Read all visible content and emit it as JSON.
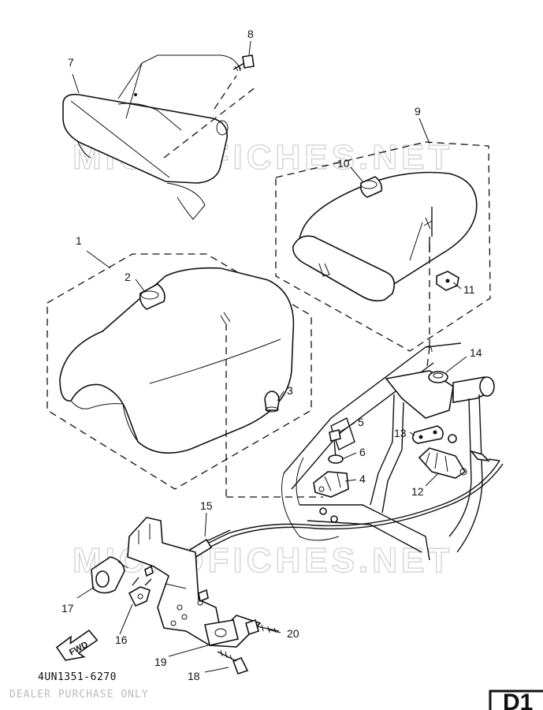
{
  "watermark": {
    "text": "MICROFICHES.NET",
    "faint_text": "DEALER PURCHASE ONLY"
  },
  "callouts": [
    {
      "id": "1",
      "label": "1"
    },
    {
      "id": "2",
      "label": "2"
    },
    {
      "id": "3",
      "label": "3"
    },
    {
      "id": "4",
      "label": "4"
    },
    {
      "id": "5",
      "label": "5"
    },
    {
      "id": "6",
      "label": "6"
    },
    {
      "id": "7",
      "label": "7"
    },
    {
      "id": "8",
      "label": "8"
    },
    {
      "id": "9",
      "label": "9"
    },
    {
      "id": "10",
      "label": "10"
    },
    {
      "id": "11",
      "label": "11"
    },
    {
      "id": "12",
      "label": "12"
    },
    {
      "id": "13",
      "label": "13"
    },
    {
      "id": "14",
      "label": "14"
    },
    {
      "id": "15",
      "label": "15"
    },
    {
      "id": "16",
      "label": "16"
    },
    {
      "id": "17",
      "label": "17"
    },
    {
      "id": "18",
      "label": "18"
    },
    {
      "id": "19",
      "label": "19"
    },
    {
      "id": "20",
      "label": "20"
    }
  ],
  "fwd_label": "FWD",
  "diagram_code": "4UN1351-6270",
  "page_label": "D1"
}
